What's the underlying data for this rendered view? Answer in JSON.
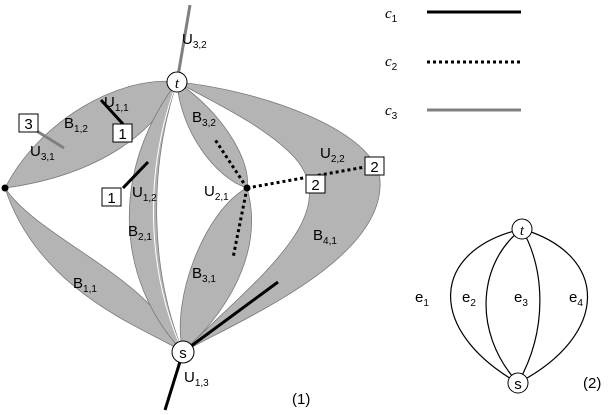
{
  "legend": [
    {
      "label": "c",
      "sub": "1",
      "style": "solid-black"
    },
    {
      "label": "c",
      "sub": "2",
      "style": "dotted-black"
    },
    {
      "label": "c",
      "sub": "3",
      "style": "solid-gray"
    }
  ],
  "colors": {
    "region_fill": "#b4b4b4",
    "region_stroke": "#7a7a7a",
    "line_black": "#000000",
    "line_gray": "#808080"
  },
  "fig1": {
    "caption": "(1)",
    "node_t": "t",
    "node_s": "s",
    "regions": {
      "B11": {
        "main": "B",
        "sub": "1,1"
      },
      "B12": {
        "main": "B",
        "sub": "1,2"
      },
      "B21": {
        "main": "B",
        "sub": "2,1"
      },
      "B31": {
        "main": "B",
        "sub": "3,1"
      },
      "B32": {
        "main": "B",
        "sub": "3,2"
      },
      "B41": {
        "main": "B",
        "sub": "4,1"
      }
    },
    "edges": {
      "U11": {
        "main": "U",
        "sub": "1,1"
      },
      "U12": {
        "main": "U",
        "sub": "1,2"
      },
      "U13": {
        "main": "U",
        "sub": "1,3"
      },
      "U21": {
        "main": "U",
        "sub": "2,1"
      },
      "U22": {
        "main": "U",
        "sub": "2,2"
      },
      "U31": {
        "main": "U",
        "sub": "3,1"
      },
      "U32": {
        "main": "U",
        "sub": "3,2"
      }
    },
    "boxes": {
      "box_u31": "3",
      "box_u11": "1",
      "box_u12": "1",
      "box_u22_left": "2",
      "box_u22_right": "2"
    }
  },
  "fig2": {
    "caption": "(2)",
    "node_t": "t",
    "node_s": "s",
    "edges": [
      {
        "main": "e",
        "sub": "1"
      },
      {
        "main": "e",
        "sub": "2"
      },
      {
        "main": "e",
        "sub": "3"
      },
      {
        "main": "e",
        "sub": "4"
      }
    ]
  }
}
